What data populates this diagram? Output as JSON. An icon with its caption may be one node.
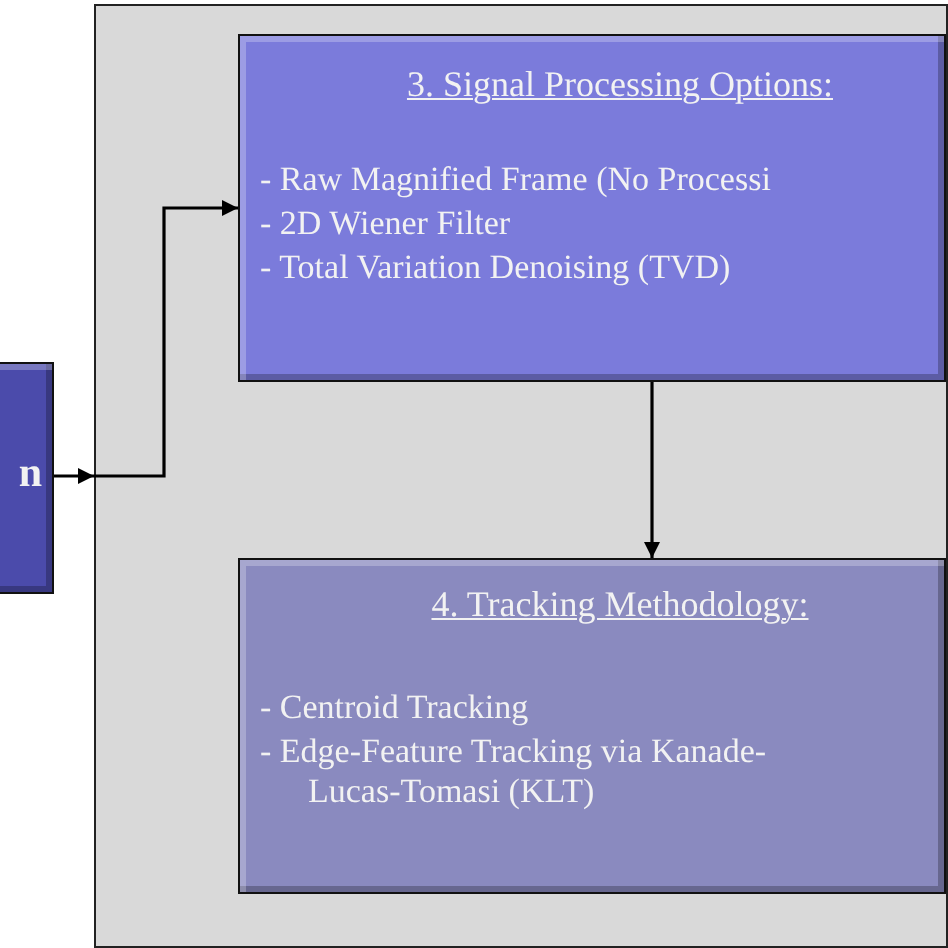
{
  "diagram": {
    "nodes": [
      {
        "text": [
          "n"
        ]
      },
      {
        "text": [],
        "shape": "box"
      },
      {
        "text": [
          "3. Signal Processing Options:",
          "- Raw Magnified Frame (No Processi",
          "- 2D Wiener Filter",
          "- Total Variation Denoising (TVD)"
        ],
        "in": 1
      },
      {
        "text": [
          "4. Tracking Methodology:",
          "- Centroid Tracking",
          "- Edge-Feature Tracking via Kanade-Lucas-Tomasi (KLT)"
        ],
        "in": 1
      }
    ],
    "edges": [
      {
        "from": 0,
        "to": 1,
        "arrow": "to"
      },
      {
        "from": 1,
        "to": 2,
        "arrow": "to"
      },
      {
        "from": 2,
        "to": 3,
        "arrow": "to"
      }
    ]
  }
}
